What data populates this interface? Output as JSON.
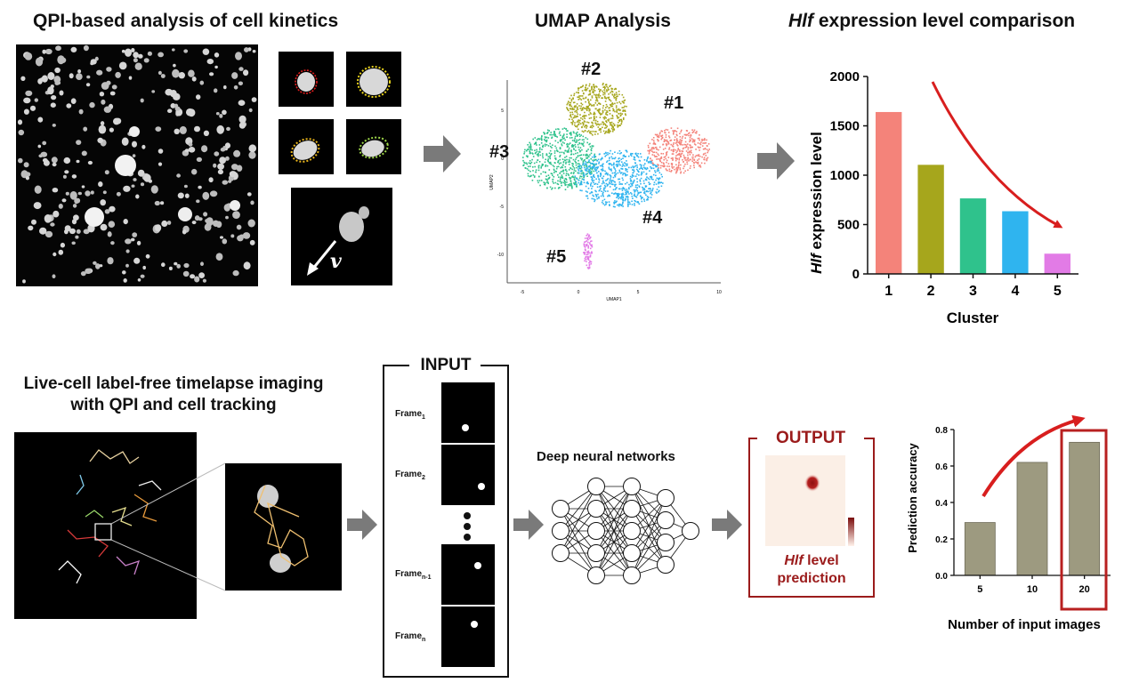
{
  "panels": {
    "qpi_title": "QPI-based analysis of cell kinetics",
    "umap_title": "UMAP Analysis",
    "expr_title_italic": "Hlf",
    "expr_title_rest": " expression level comparison",
    "live_title_line1": "Live-cell label-free timelapse imaging",
    "live_title_line2": "with QPI and cell tracking",
    "input_label": "INPUT",
    "dnn_label": "Deep neural networks",
    "output_label": "OUTPUT",
    "output_pred_italic": "Hlf",
    "output_pred_line1_rest": " level",
    "output_pred_line2": "prediction",
    "velocity_symbol": "v"
  },
  "frames": [
    {
      "base": "Frame",
      "sub": "1"
    },
    {
      "base": "Frame",
      "sub": "2"
    },
    {
      "base": "Frame",
      "sub": "n-1"
    },
    {
      "base": "Frame",
      "sub": "n"
    }
  ],
  "umap": {
    "cluster_labels": [
      "#1",
      "#2",
      "#3",
      "#4",
      "#5"
    ],
    "xlabel": "UMAP1",
    "ylabel": "UMAP2",
    "x_ticks": [
      "-5",
      "0",
      "5",
      "10"
    ],
    "y_ticks": [
      "5",
      "0",
      "-5",
      "-10"
    ]
  },
  "chart_data": [
    {
      "type": "bar",
      "ylabel_italic": "Hlf",
      "ylabel_rest": " expression level",
      "xlabel": "Cluster",
      "categories": [
        "1",
        "2",
        "3",
        "4",
        "5"
      ],
      "values": [
        1640,
        1105,
        765,
        635,
        205
      ],
      "colors": [
        "#f4837a",
        "#a6a61c",
        "#2fc28c",
        "#2fb4ef",
        "#e27be6"
      ],
      "ylim": [
        0,
        2000
      ],
      "y_ticks": [
        "0",
        "500",
        "1000",
        "1500",
        "2000"
      ]
    },
    {
      "type": "bar",
      "ylabel": "Prediction accuracy",
      "xlabel": "Number of input images",
      "categories": [
        "5",
        "10",
        "20"
      ],
      "values": [
        0.29,
        0.62,
        0.73
      ],
      "color": "#9d9a80",
      "ylim": [
        0,
        0.8
      ],
      "y_ticks": [
        "0.0",
        "0.2",
        "0.4",
        "0.6",
        "0.8"
      ]
    }
  ]
}
